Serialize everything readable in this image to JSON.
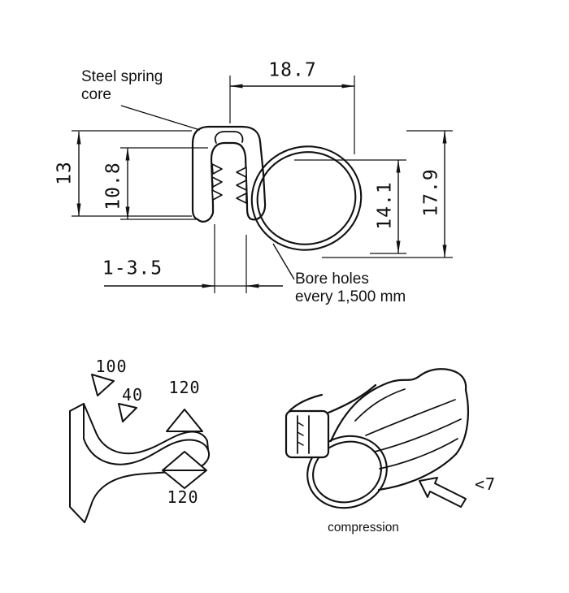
{
  "drawing": {
    "section": {
      "label_steel_core": "Steel spring core",
      "label_bore_holes": "Bore holes every 1,500 mm",
      "dim_width_top": "18.7",
      "dim_height_left": "13",
      "dim_height_inner": "10.8",
      "dim_height_bulb": "14.1",
      "dim_height_total": "17.9",
      "dim_grip_range": "1-3.5"
    },
    "forces": {
      "f_100": "100",
      "f_40": "40",
      "f_120_up": "120",
      "f_120_down": "120"
    },
    "iso": {
      "compression_value": "<7",
      "compression_label": "compression"
    },
    "colors": {
      "line": "#111111",
      "background": "#ffffff"
    }
  }
}
